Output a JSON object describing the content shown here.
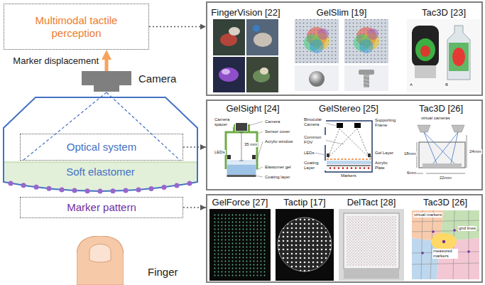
{
  "diagram": {
    "nodes": [
      {
        "text": [
          "Multimodal tactile perception"
        ]
      },
      {
        "text": [
          "Camera"
        ]
      },
      {
        "text": [
          "Optical system"
        ]
      },
      {
        "text": [
          "Soft elastomer"
        ]
      },
      {
        "text": [
          "Marker pattern"
        ]
      },
      {
        "text": [
          "Finger"
        ]
      },
      {
        "text": []
      },
      {
        "text": [
          "FingerVision [22]"
        ],
        "in": 6
      },
      {
        "text": [
          "GelSlim [19]"
        ],
        "in": 6
      },
      {
        "text": [
          "Tac3D [23]"
        ],
        "in": 6
      },
      {
        "text": []
      },
      {
        "text": [
          "GelSight [24]"
        ],
        "in": 10
      },
      {
        "text": [
          "GelStereo [25]"
        ],
        "in": 10
      },
      {
        "text": [
          "Tac3D [26]"
        ],
        "in": 10
      },
      {
        "text": []
      },
      {
        "text": [
          "GelForce [27]"
        ],
        "in": 14
      },
      {
        "text": [
          "Tactip [17]"
        ],
        "in": 14
      },
      {
        "text": [
          "DelTact [28]"
        ],
        "in": 14
      },
      {
        "text": [
          "Tac3D [26]"
        ],
        "in": 14
      }
    ],
    "edges": [
      {
        "from": 1,
        "to": 0,
        "arrow": "to",
        "label": "Marker displacement"
      },
      {
        "from": 0,
        "to": 6,
        "arrow": "to"
      },
      {
        "from": 2,
        "to": 10,
        "arrow": "to"
      },
      {
        "from": 4,
        "to": 14,
        "arrow": "to"
      }
    ],
    "labels": [
      "A",
      "B",
      "Camera spacer",
      "Camera",
      "Sensor cover",
      "Acrylic window",
      "LEDs",
      "35 mm",
      "Elastomer gel",
      "Coating layer",
      "Binocular Camera",
      "Supporting Frame",
      "Common FOV",
      "LEDs",
      "Coating Layer",
      "Gel Layer",
      "Acrylic Plate",
      "Markers",
      "virtual cameras",
      "18mm",
      "24mm",
      "6mm",
      "22mm",
      "virtual markers",
      "measured markers",
      "grid lines"
    ]
  }
}
